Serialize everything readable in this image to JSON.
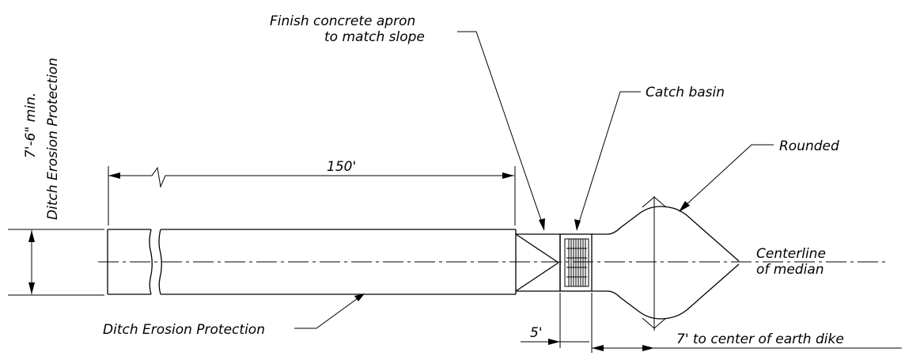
{
  "labels": {
    "finish_apron_line1": "Finish concrete apron",
    "finish_apron_line2": "to match slope",
    "catch_basin": "Catch basin",
    "rounded": "Rounded",
    "vertical_dim": "7'-6\" min.",
    "vertical_title": "Ditch Erosion Protection",
    "length_dim": "150'",
    "centerline_line1": "Centerline",
    "centerline_line2": "of median",
    "ditch_protection": "Ditch Erosion Protection",
    "five_ft": "5'",
    "seven_ft": "7' to center of earth dike"
  }
}
